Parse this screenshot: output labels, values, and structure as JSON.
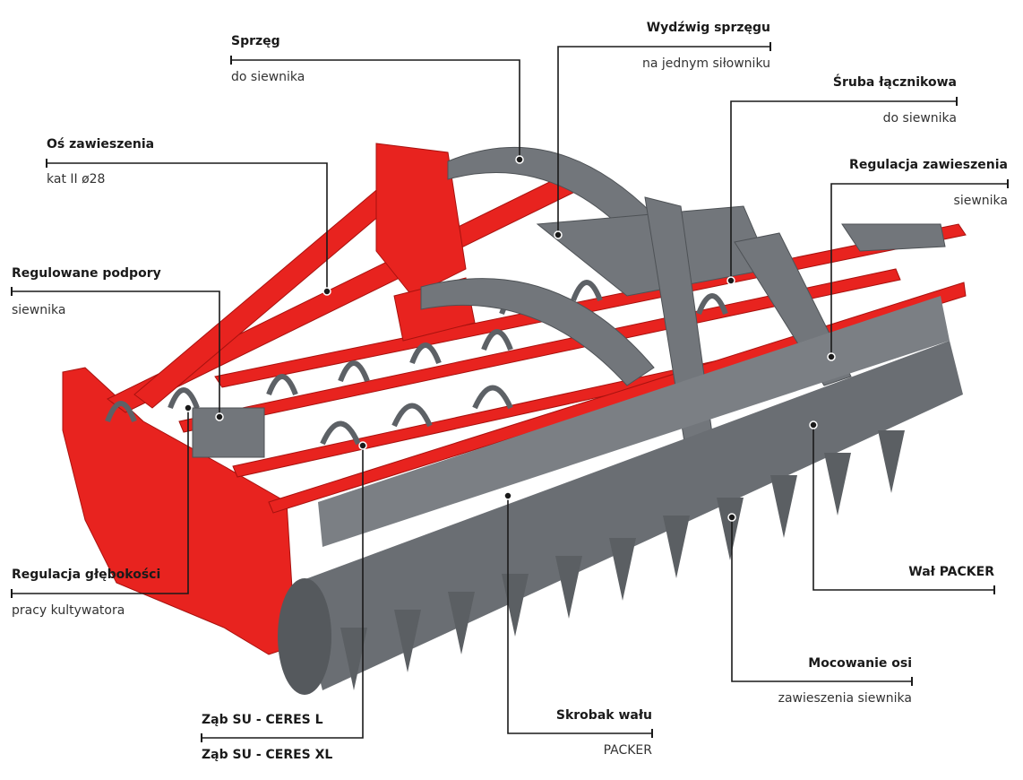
{
  "colors": {
    "frame": "#e8231f",
    "steel": "#6f7378",
    "line": "#1a1a1a"
  },
  "callouts": [
    {
      "id": "sprzeg",
      "title": "Sprzęg",
      "subtitle": "do siewnika"
    },
    {
      "id": "wydzwig",
      "title": "Wydźwig sprzęgu",
      "subtitle": "na jednym siłowniku"
    },
    {
      "id": "sruba",
      "title": "Śruba łącznikowa",
      "subtitle": "do siewnika"
    },
    {
      "id": "reg-zaw",
      "title": "Regulacja zawieszenia",
      "subtitle": "siewnika"
    },
    {
      "id": "os-zaw",
      "title": "Oś zawieszenia",
      "subtitle": "kat II ø28"
    },
    {
      "id": "podpory",
      "title": "Regulowane podpory",
      "subtitle": "siewnika"
    },
    {
      "id": "glebokosc",
      "title": "Regulacja głębokości",
      "subtitle": "pracy kultywatora"
    },
    {
      "id": "zab",
      "title": "Ząb SU - CERES L",
      "subtitle": "Ząb SU - CERES XL"
    },
    {
      "id": "skrobak",
      "title": "Skrobak wału",
      "subtitle": "PACKER"
    },
    {
      "id": "mocowanie",
      "title": "Mocowanie osi",
      "subtitle": "zawieszenia siewnika"
    },
    {
      "id": "wal",
      "title": "Wał PACKER",
      "subtitle": ""
    }
  ]
}
